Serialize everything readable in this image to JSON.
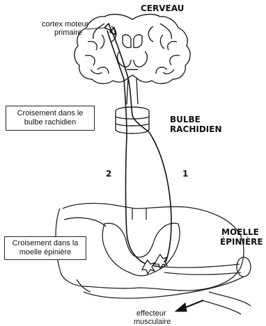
{
  "labels": {
    "brain_title": "CERVEAU",
    "cortex_line1": "cortex moteur",
    "cortex_line2": "primaire",
    "medulla_line1": "BULBE",
    "medulla_line2": "RACHIDIEN",
    "spinal_line1": "MOELLE",
    "spinal_line2": "ÉPINIÈRE",
    "effector_line1": "effecteur",
    "effector_line2": "musculaire",
    "path_1": "1",
    "path_2": "2"
  },
  "boxes": {
    "box_medulla_line1": "Croisement dans le",
    "box_medulla_line2": "bulbe rachidien",
    "box_spinal_line1": "Croisement dans la",
    "box_spinal_line2": "moelle épinière"
  }
}
